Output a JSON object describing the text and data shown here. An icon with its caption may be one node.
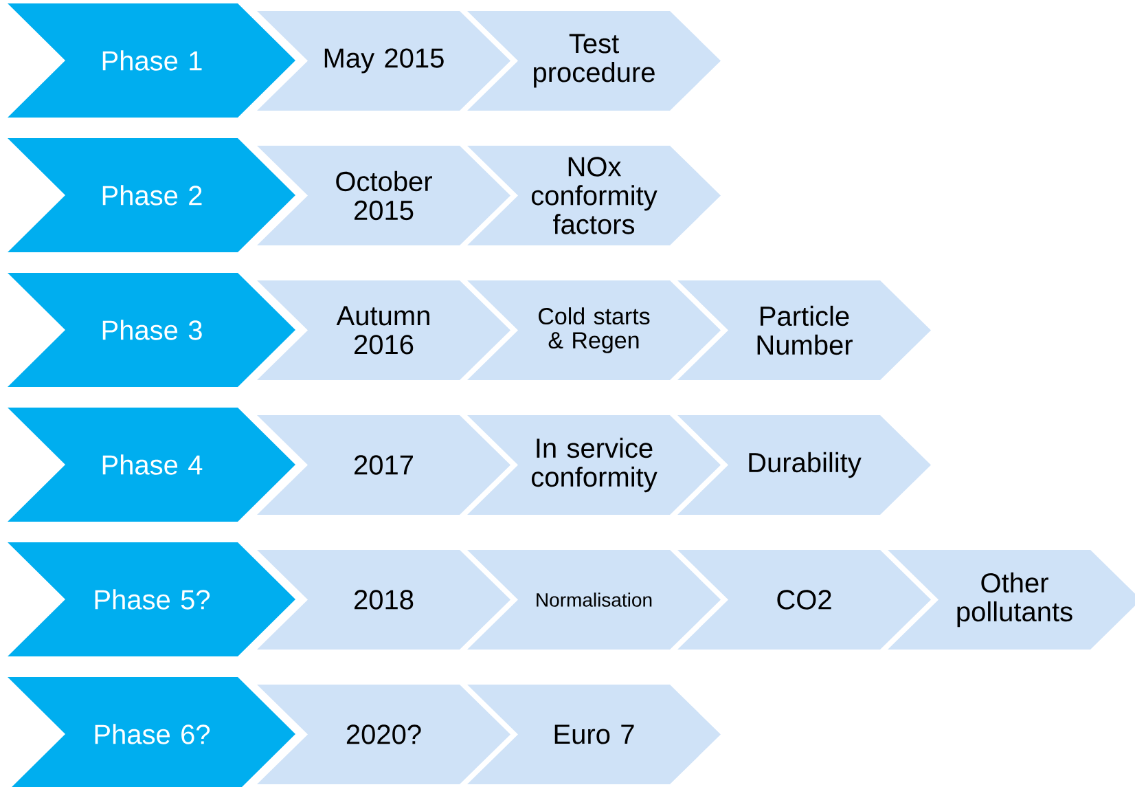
{
  "diagram": {
    "nodes": [
      {
        "text": [
          "Phase 1"
        ]
      },
      {
        "text": [
          "May 2015"
        ]
      },
      {
        "text": [
          "Test procedure"
        ]
      },
      {
        "text": [
          "Phase 2"
        ]
      },
      {
        "text": [
          "October 2015"
        ]
      },
      {
        "text": [
          "NOx conformity factors"
        ]
      },
      {
        "text": [
          "Phase 3"
        ]
      },
      {
        "text": [
          "Autumn 2016"
        ]
      },
      {
        "text": [
          "Cold starts & Regen"
        ]
      },
      {
        "text": [
          "Particle Number"
        ]
      },
      {
        "text": [
          "Phase 4"
        ]
      },
      {
        "text": [
          "2017"
        ]
      },
      {
        "text": [
          "In service conformity"
        ]
      },
      {
        "text": [
          "Durability"
        ]
      },
      {
        "text": [
          "Phase 5?"
        ]
      },
      {
        "text": [
          "2018"
        ]
      },
      {
        "text": [
          "Normalisation"
        ]
      },
      {
        "text": [
          "CO2"
        ]
      },
      {
        "text": [
          "Other pollutants"
        ]
      },
      {
        "text": [
          "Phase 6?"
        ]
      },
      {
        "text": [
          "2020?"
        ]
      },
      {
        "text": [
          "Euro 7"
        ]
      }
    ]
  }
}
